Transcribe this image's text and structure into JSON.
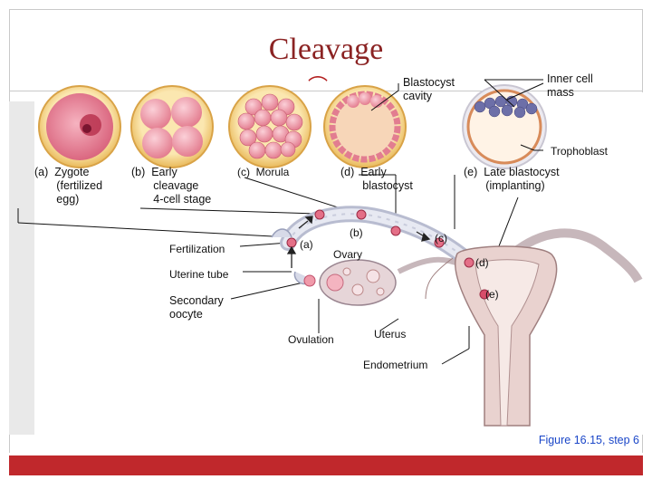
{
  "title": "Cleavage",
  "labels": {
    "blastocyst_cavity": "Blastocyst\ncavity",
    "inner_cell_mass": "Inner cell\nmass",
    "trophoblast": "Trophoblast",
    "zygote": "(a)  Zygote\n       (fertilized\n       egg)",
    "early_cleavage": "(b)  Early\n       cleavage\n       4-cell stage",
    "morula": "(c)  Morula",
    "early_blastocyst": "(d)  Early\n       blastocyst",
    "late_blastocyst": "(e)  Late blastocyst\n       (implanting)",
    "fertilization": "Fertilization",
    "uterine_tube": "Uterine tube",
    "secondary_oocyte": "Secondary\noocyte",
    "ovulation": "Ovulation",
    "ovary": "Ovary",
    "uterus": "Uterus",
    "endometrium": "Endometrium",
    "marker_a": "(a)",
    "marker_b": "(b)",
    "marker_c": "(c)",
    "marker_d": "(d)",
    "marker_e": "(e)"
  },
  "caption": "Figure 16.15, step 6",
  "colors": {
    "title": "#8b2323",
    "caption": "#1a46c8",
    "footer": "#c0282c",
    "embryo_fill": "#f0a3b1",
    "embryo_ring": "#f5d37a",
    "tube": "#d9dbe8",
    "uterus": "#e9d2cf"
  }
}
